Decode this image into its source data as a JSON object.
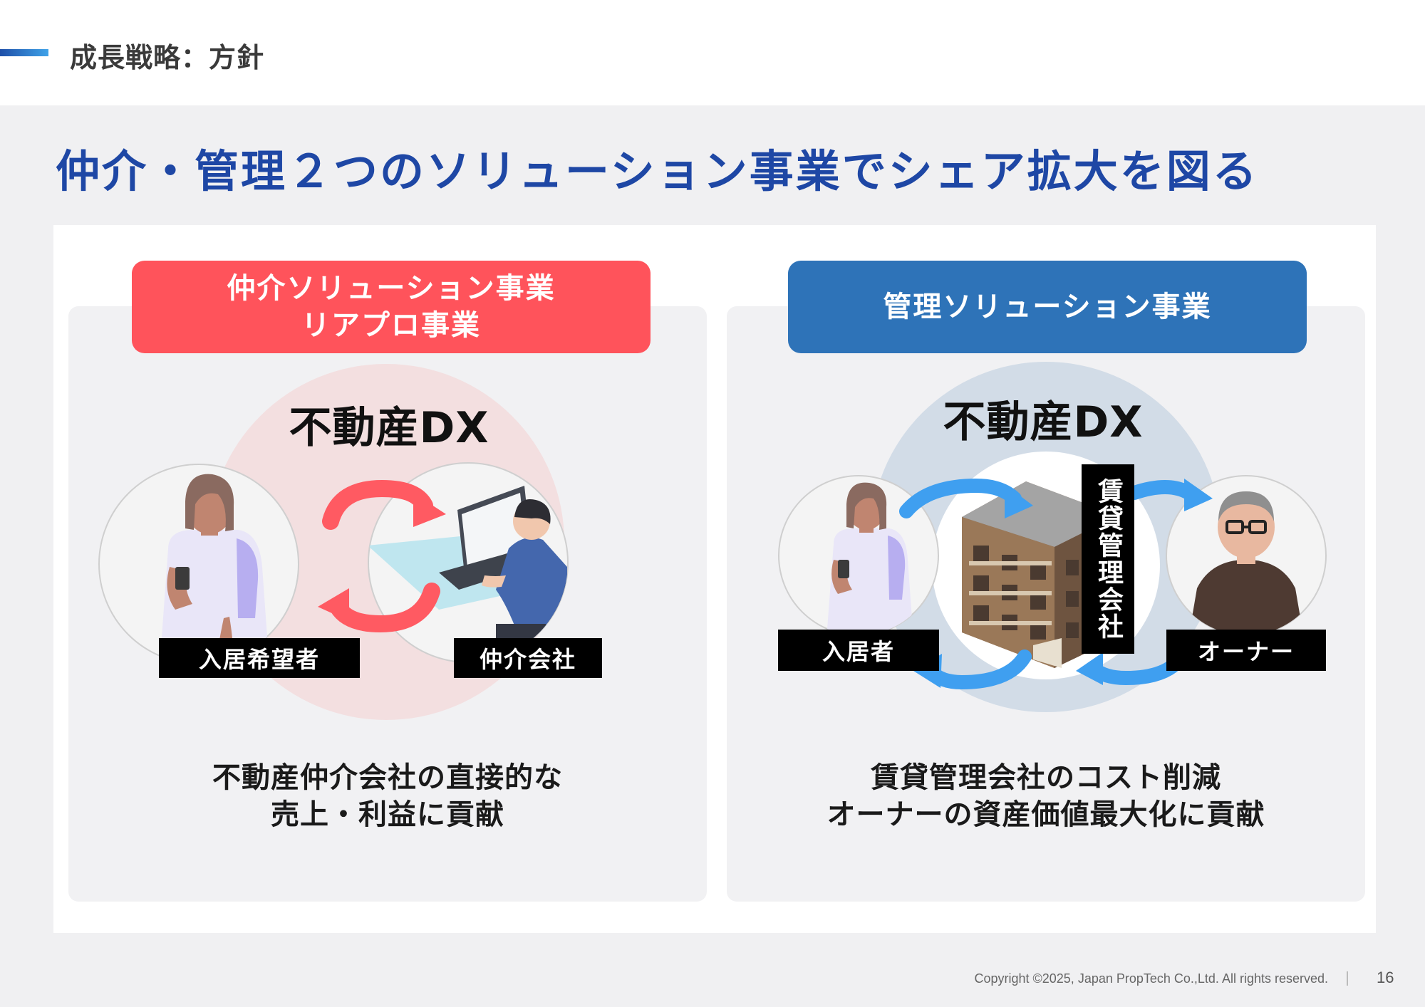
{
  "header": {
    "section_title": "成長戦略：方針"
  },
  "headline": "仲介・管理２つのソリューション事業でシェア拡大を図る",
  "left": {
    "pill_line1": "仲介ソリューション事業",
    "pill_line2": "リアプロ事業",
    "dx_title": "不動産DX",
    "label_a": "入居希望者",
    "label_b": "仲介会社",
    "caption_line1": "不動産仲介会社の直接的な",
    "caption_line2": "売上・利益に貢献"
  },
  "right": {
    "pill_line1": "管理ソリューション事業",
    "dx_title": "不動産DX",
    "label_a": "入居者",
    "label_b": "オーナー",
    "vertical_label": "賃貸管理会社",
    "caption_line1": "賃貸管理会社のコスト削減",
    "caption_line2": "オーナーの資産価値最大化に貢献"
  },
  "footer": {
    "copyright": "Copyright ©2025, Japan PropTech Co.,Ltd. All rights reserved.",
    "page_number": "16"
  },
  "colors": {
    "headline_blue": "#1e47a5",
    "left_pill": "#ff535b",
    "right_pill": "#2e73b8",
    "left_arrow": "#ff5a62",
    "right_arrow": "#3f9ff0"
  }
}
